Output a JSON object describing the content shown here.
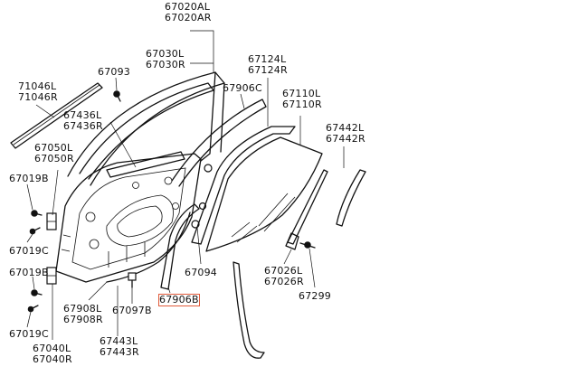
{
  "labels": {
    "p67020": [
      "67020AL",
      "67020AR"
    ],
    "p67030": [
      "67030L",
      "67030R"
    ],
    "p67093": [
      "67093"
    ],
    "p71046": [
      "71046L",
      "71046R"
    ],
    "p67436": [
      "67436L",
      "67436R"
    ],
    "p67050": [
      "67050L",
      "67050R"
    ],
    "p67019b_top": [
      "67019B"
    ],
    "p67019c_top": [
      "67019C"
    ],
    "p67019b_bot": [
      "67019B"
    ],
    "p67019c_bot": [
      "67019C"
    ],
    "p67040": [
      "67040L",
      "67040R"
    ],
    "p67908": [
      "67908L",
      "67908R"
    ],
    "p67097": [
      "67097B"
    ],
    "p67443": [
      "67443L",
      "67443R"
    ],
    "p67906b": [
      "67906B"
    ],
    "p67906c": [
      "67906C"
    ],
    "p67124": [
      "67124L",
      "67124R"
    ],
    "p67110": [
      "67110L",
      "67110R"
    ],
    "p67442": [
      "67442L",
      "67442R"
    ],
    "p67094": [
      "67094"
    ],
    "p67026": [
      "67026L",
      "67026R"
    ],
    "p67299": [
      "67299"
    ]
  },
  "highlight_color": "#e05a3a"
}
